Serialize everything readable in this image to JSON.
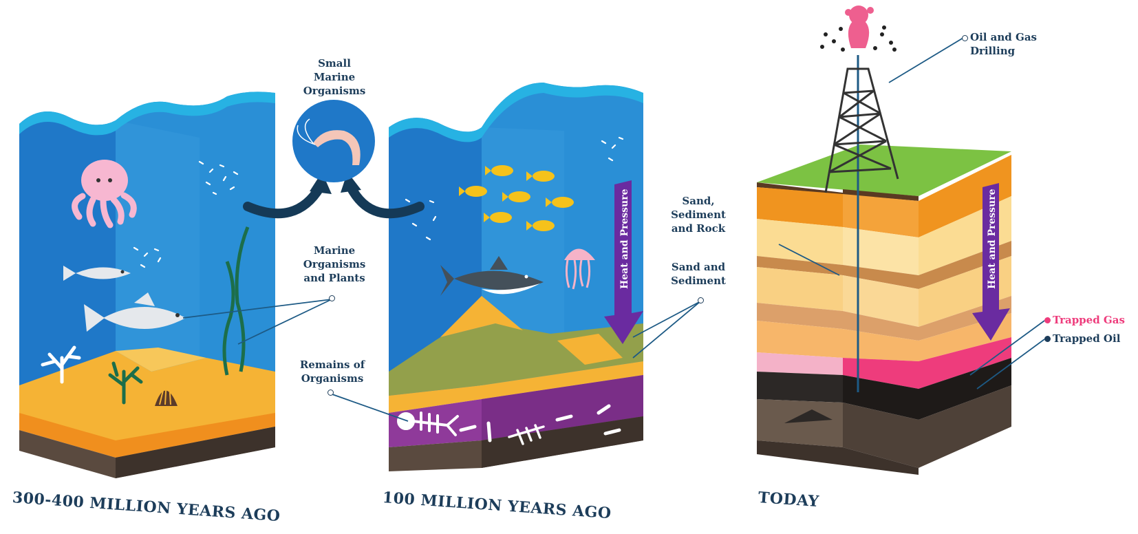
{
  "labels": {
    "small_marine": "Small\nMarine\nOrganisms",
    "marine_plants": "Marine\nOrganisms\nand Plants",
    "remains": "Remains of\nOrganisms",
    "sand_sediment_rock": "Sand,\nSediment\nand Rock",
    "sand_sediment": "Sand and\nSediment",
    "drilling": "Oil and Gas\nDrilling",
    "trapped_gas": "Trapped Gas",
    "trapped_oil": "Trapped Oil",
    "heat_pressure": "Heat and Pressure"
  },
  "eras": {
    "era1": "300-400 MILLION YEARS AGO",
    "era2": "100 MILLION YEARS AGO",
    "era3": "TODAY"
  },
  "colors": {
    "ocean": "#1f78c8",
    "ocean_light": "#2aa7dc",
    "sand": "#f5b335",
    "sand_dark": "#f08f1e",
    "soil": "#5a4a3f",
    "grass": "#7cc243",
    "fossil_layer": "#8f3a9a",
    "heat_arrow": "#6a2ba0",
    "trapped_gas": "#ee3c7c",
    "text": "#1d3d5a"
  },
  "icons": [
    "octopus-icon",
    "fish-icon",
    "seaweed-icon",
    "coral-icon",
    "shrimp-icon",
    "shark-icon",
    "jellyfish-icon",
    "fossil-fish-icon",
    "bone-icon",
    "oil-derrick-icon",
    "oil-spray-icon"
  ]
}
